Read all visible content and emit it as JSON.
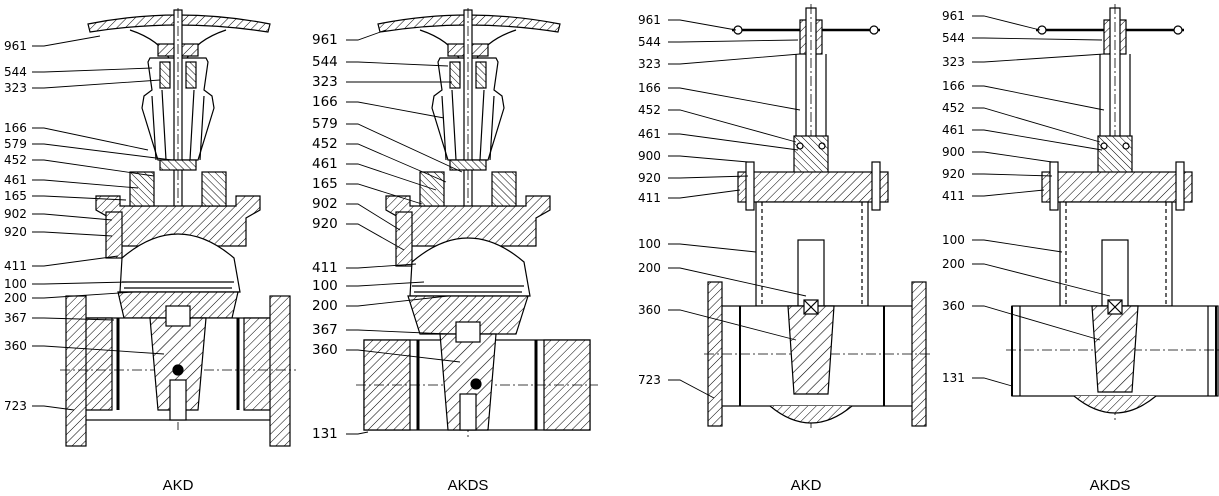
{
  "valves": [
    {
      "caption": "AKD",
      "labels": [
        "961",
        "544",
        "323",
        "166",
        "579",
        "452",
        "461",
        "165",
        "902",
        "920",
        "411",
        "100",
        "200",
        "367",
        "360",
        "723"
      ]
    },
    {
      "caption": "AKDS",
      "labels": [
        "961",
        "544",
        "323",
        "166",
        "579",
        "452",
        "461",
        "165",
        "902",
        "920",
        "411",
        "100",
        "200",
        "367",
        "360",
        "131"
      ]
    },
    {
      "caption": "AKD",
      "labels": [
        "961",
        "544",
        "323",
        "166",
        "452",
        "461",
        "900",
        "920",
        "411",
        "100",
        "200",
        "360",
        "723"
      ]
    },
    {
      "caption": "AKDS",
      "labels": [
        "961",
        "544",
        "323",
        "166",
        "452",
        "461",
        "900",
        "920",
        "411",
        "100",
        "200",
        "360",
        "131"
      ]
    }
  ]
}
